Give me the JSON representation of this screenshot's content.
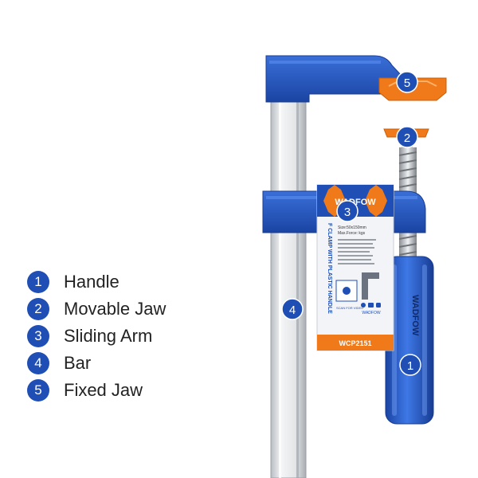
{
  "legend": {
    "items": [
      {
        "num": "1",
        "label": "Handle"
      },
      {
        "num": "2",
        "label": "Movable Jaw"
      },
      {
        "num": "3",
        "label": "Sliding Arm"
      },
      {
        "num": "4",
        "label": "Bar"
      },
      {
        "num": "5",
        "label": "Fixed Jaw"
      }
    ]
  },
  "callouts": {
    "c1": "1",
    "c2": "2",
    "c3": "3",
    "c4": "4",
    "c5": "5"
  },
  "label_card": {
    "brand": "WADFOW",
    "size_line": "Size:50x150mm",
    "force_line": "Max.Force:    kgs",
    "title_vertical": "F CLAMP WITH PLASTIC HANDLE",
    "model": "WCP2151",
    "footer_brand": "WADFOW",
    "scan_text": "SCAN FOR VIDEO"
  },
  "handle_brand": "WADFOW",
  "colors": {
    "blue": "#1f4fb5",
    "orange": "#f07a1a",
    "steel": "#d9dcdf"
  }
}
